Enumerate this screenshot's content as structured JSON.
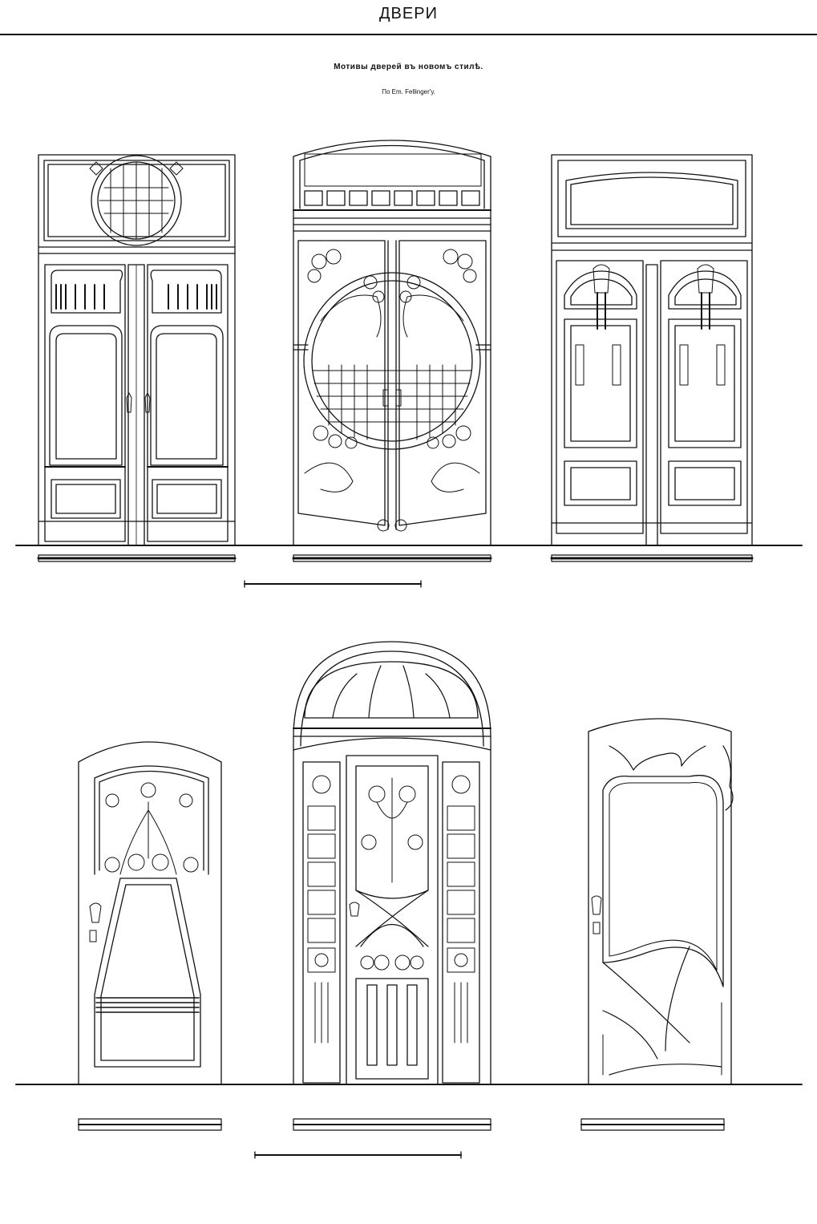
{
  "header": {
    "title": "ДВЕРИ"
  },
  "plate": {
    "subtitle": "Мотивы дверей въ новомъ стилѣ.",
    "author": "По Em. Fellinger'у."
  }
}
